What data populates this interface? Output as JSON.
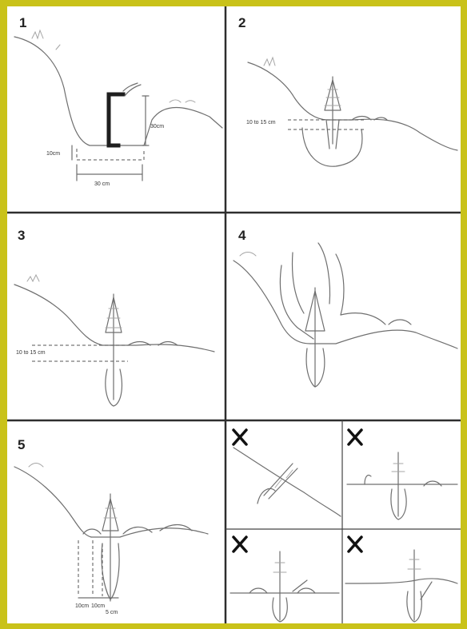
{
  "panels": [
    {
      "number": "1",
      "labels": [
        "10cm",
        "30cm",
        "30 cm"
      ]
    },
    {
      "number": "2",
      "labels": [
        "10 to 15 cm"
      ]
    },
    {
      "number": "3",
      "labels": [
        "10 to 15 cm"
      ]
    },
    {
      "number": "4",
      "labels": []
    },
    {
      "number": "5",
      "labels": [
        "10cm",
        "10cm",
        "5 cm"
      ]
    }
  ],
  "wrong_examples": [
    {
      "mark": "✕"
    },
    {
      "mark": "✕"
    },
    {
      "mark": "✕"
    },
    {
      "mark": "✕"
    }
  ],
  "colors": {
    "border": "#c9c21a",
    "paper": "#ffffff",
    "pencil": "#6f6f6f",
    "ink": "#1e1e1e"
  }
}
